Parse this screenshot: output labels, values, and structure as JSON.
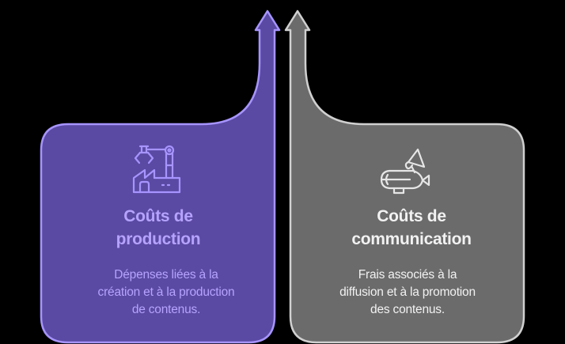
{
  "diagram": {
    "type": "two-column-upward-arrows",
    "background": "#000000",
    "left": {
      "title": "Coûts de production",
      "title_line1": "Coûts de",
      "title_line2": "production",
      "description_line1": "Dépenses liées à la",
      "description_line2": "création et à la production",
      "description_line3": "de contenus.",
      "icon": "factory-robot-arm-icon",
      "fill_color": "#5b4aa3",
      "stroke_color": "#a794ff",
      "text_color": "#b5a3ff"
    },
    "right": {
      "title": "Coûts de communication",
      "title_line1": "Coûts de",
      "title_line2": "communication",
      "description_line1": "Frais associés à la",
      "description_line2": "diffusion et à la promotion",
      "description_line3": "des contenus.",
      "icon": "blimp-megaphone-icon",
      "fill_color": "#6b6b6b",
      "stroke_color": "#d0d0d0",
      "text_color": "#f2f2f2"
    }
  }
}
